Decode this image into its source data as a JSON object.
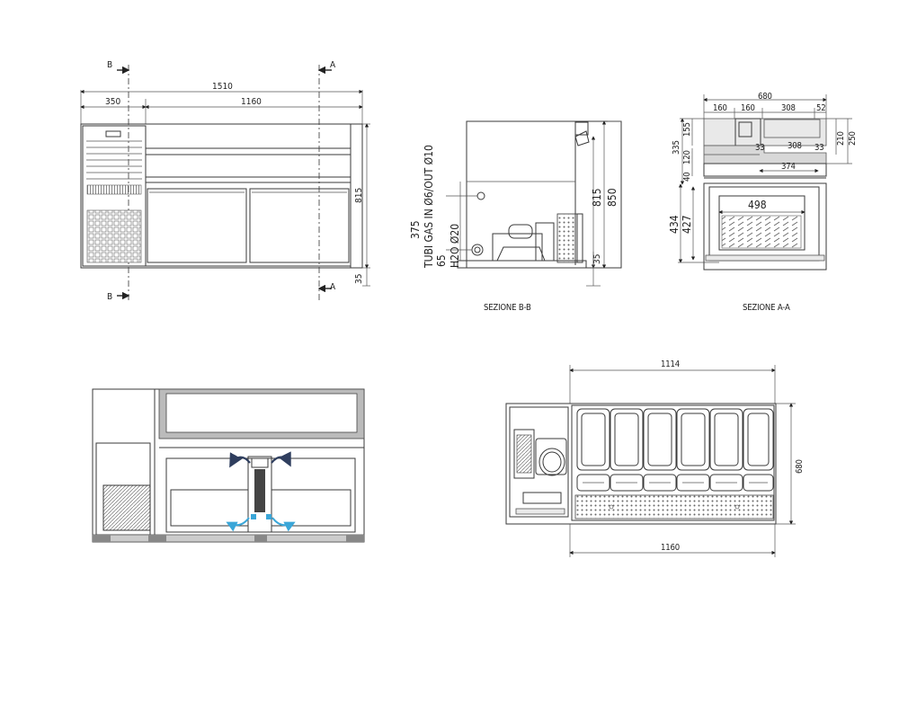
{
  "front_view": {
    "dim_total": "1510",
    "dim_left": "350",
    "dim_right": "1160",
    "dim_height": "815",
    "dim_foot": "35",
    "section_b_top": "B",
    "section_b_bottom": "B",
    "section_a_top": "A",
    "section_a_bottom": "A"
  },
  "section_bb": {
    "caption": "SEZIONE B-B",
    "dim_375": "375",
    "dim_65": "65",
    "dim_815": "815",
    "dim_850": "850",
    "dim_35": "35",
    "gas_label": "TUBI GAS IN Ø6/OUT Ø10",
    "water_label": "H2O Ø20"
  },
  "section_aa": {
    "caption": "SEZIONE A-A",
    "dim_680": "680",
    "dim_160a": "160",
    "dim_160b": "160",
    "dim_308a": "308",
    "dim_52": "52",
    "dim_155": "155",
    "dim_335": "335",
    "dim_120": "120",
    "dim_40": "40",
    "dim_33a": "33",
    "dim_308b": "308",
    "dim_33b": "33",
    "dim_374": "374",
    "dim_210": "210",
    "dim_250": "250",
    "dim_498": "498",
    "dim_434": "434",
    "dim_427": "427"
  },
  "top_view": {
    "dim_1114": "1114",
    "dim_680": "680",
    "dim_1160": "1160"
  },
  "colors": {
    "airflow_dark": "#2f3e5e",
    "airflow_light": "#3aa6d8"
  }
}
